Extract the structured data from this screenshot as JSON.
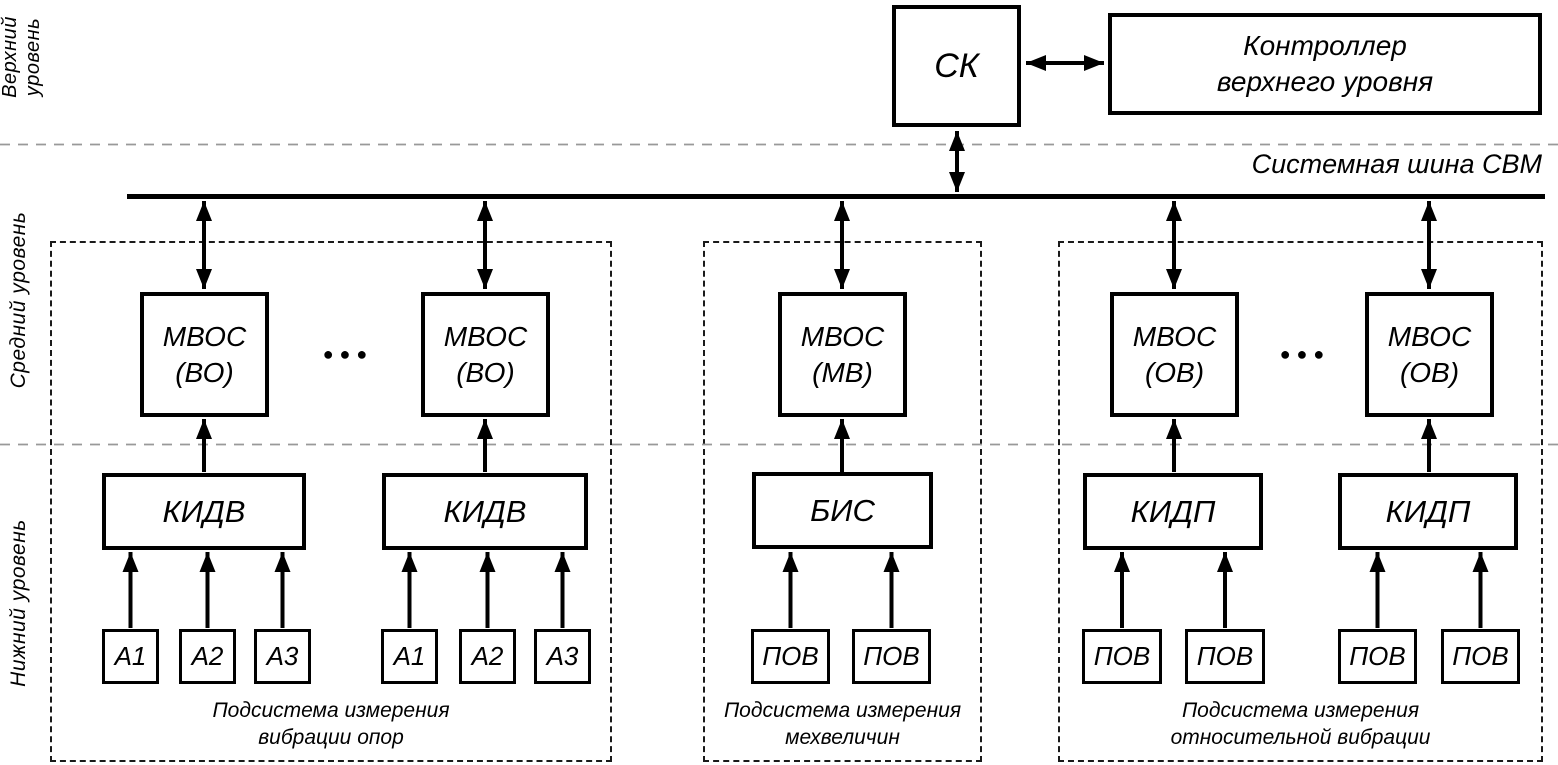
{
  "level_labels": {
    "top": "Верхний уровень",
    "middle": "Средний уровень",
    "bottom": "Нижний уровень"
  },
  "top_level": {
    "sk_label": "СК",
    "controller_line1": "Контроллер",
    "controller_line2": "верхнего уровня"
  },
  "bus": {
    "label": "Системная шина СВМ"
  },
  "ellipsis": "●●●",
  "subsystems": [
    {
      "caption_line1": "Подсистема измерения",
      "caption_line2": "вибрации опор",
      "mvos_line1": "МВОС",
      "mvos_line2": "(ВО)",
      "concentrator": "КИДВ",
      "sensors": [
        "А1",
        "А2",
        "А3"
      ]
    },
    {
      "caption_line1": "Подсистема измерения",
      "caption_line2": "мехвеличин",
      "mvos_line1": "МВОС",
      "mvos_line2": "(МВ)",
      "concentrator": "БИС",
      "sensors": [
        "ПОВ",
        "ПОВ"
      ]
    },
    {
      "caption_line1": "Подсистема измерения",
      "caption_line2": "относительной вибрации",
      "mvos_line1": "МВОС",
      "mvos_line2": "(ОВ)",
      "concentrator": "КИДП",
      "sensors": [
        "ПОВ",
        "ПОВ"
      ]
    }
  ],
  "colors": {
    "line": "#000000",
    "separator": "#999999",
    "background": "#ffffff"
  }
}
